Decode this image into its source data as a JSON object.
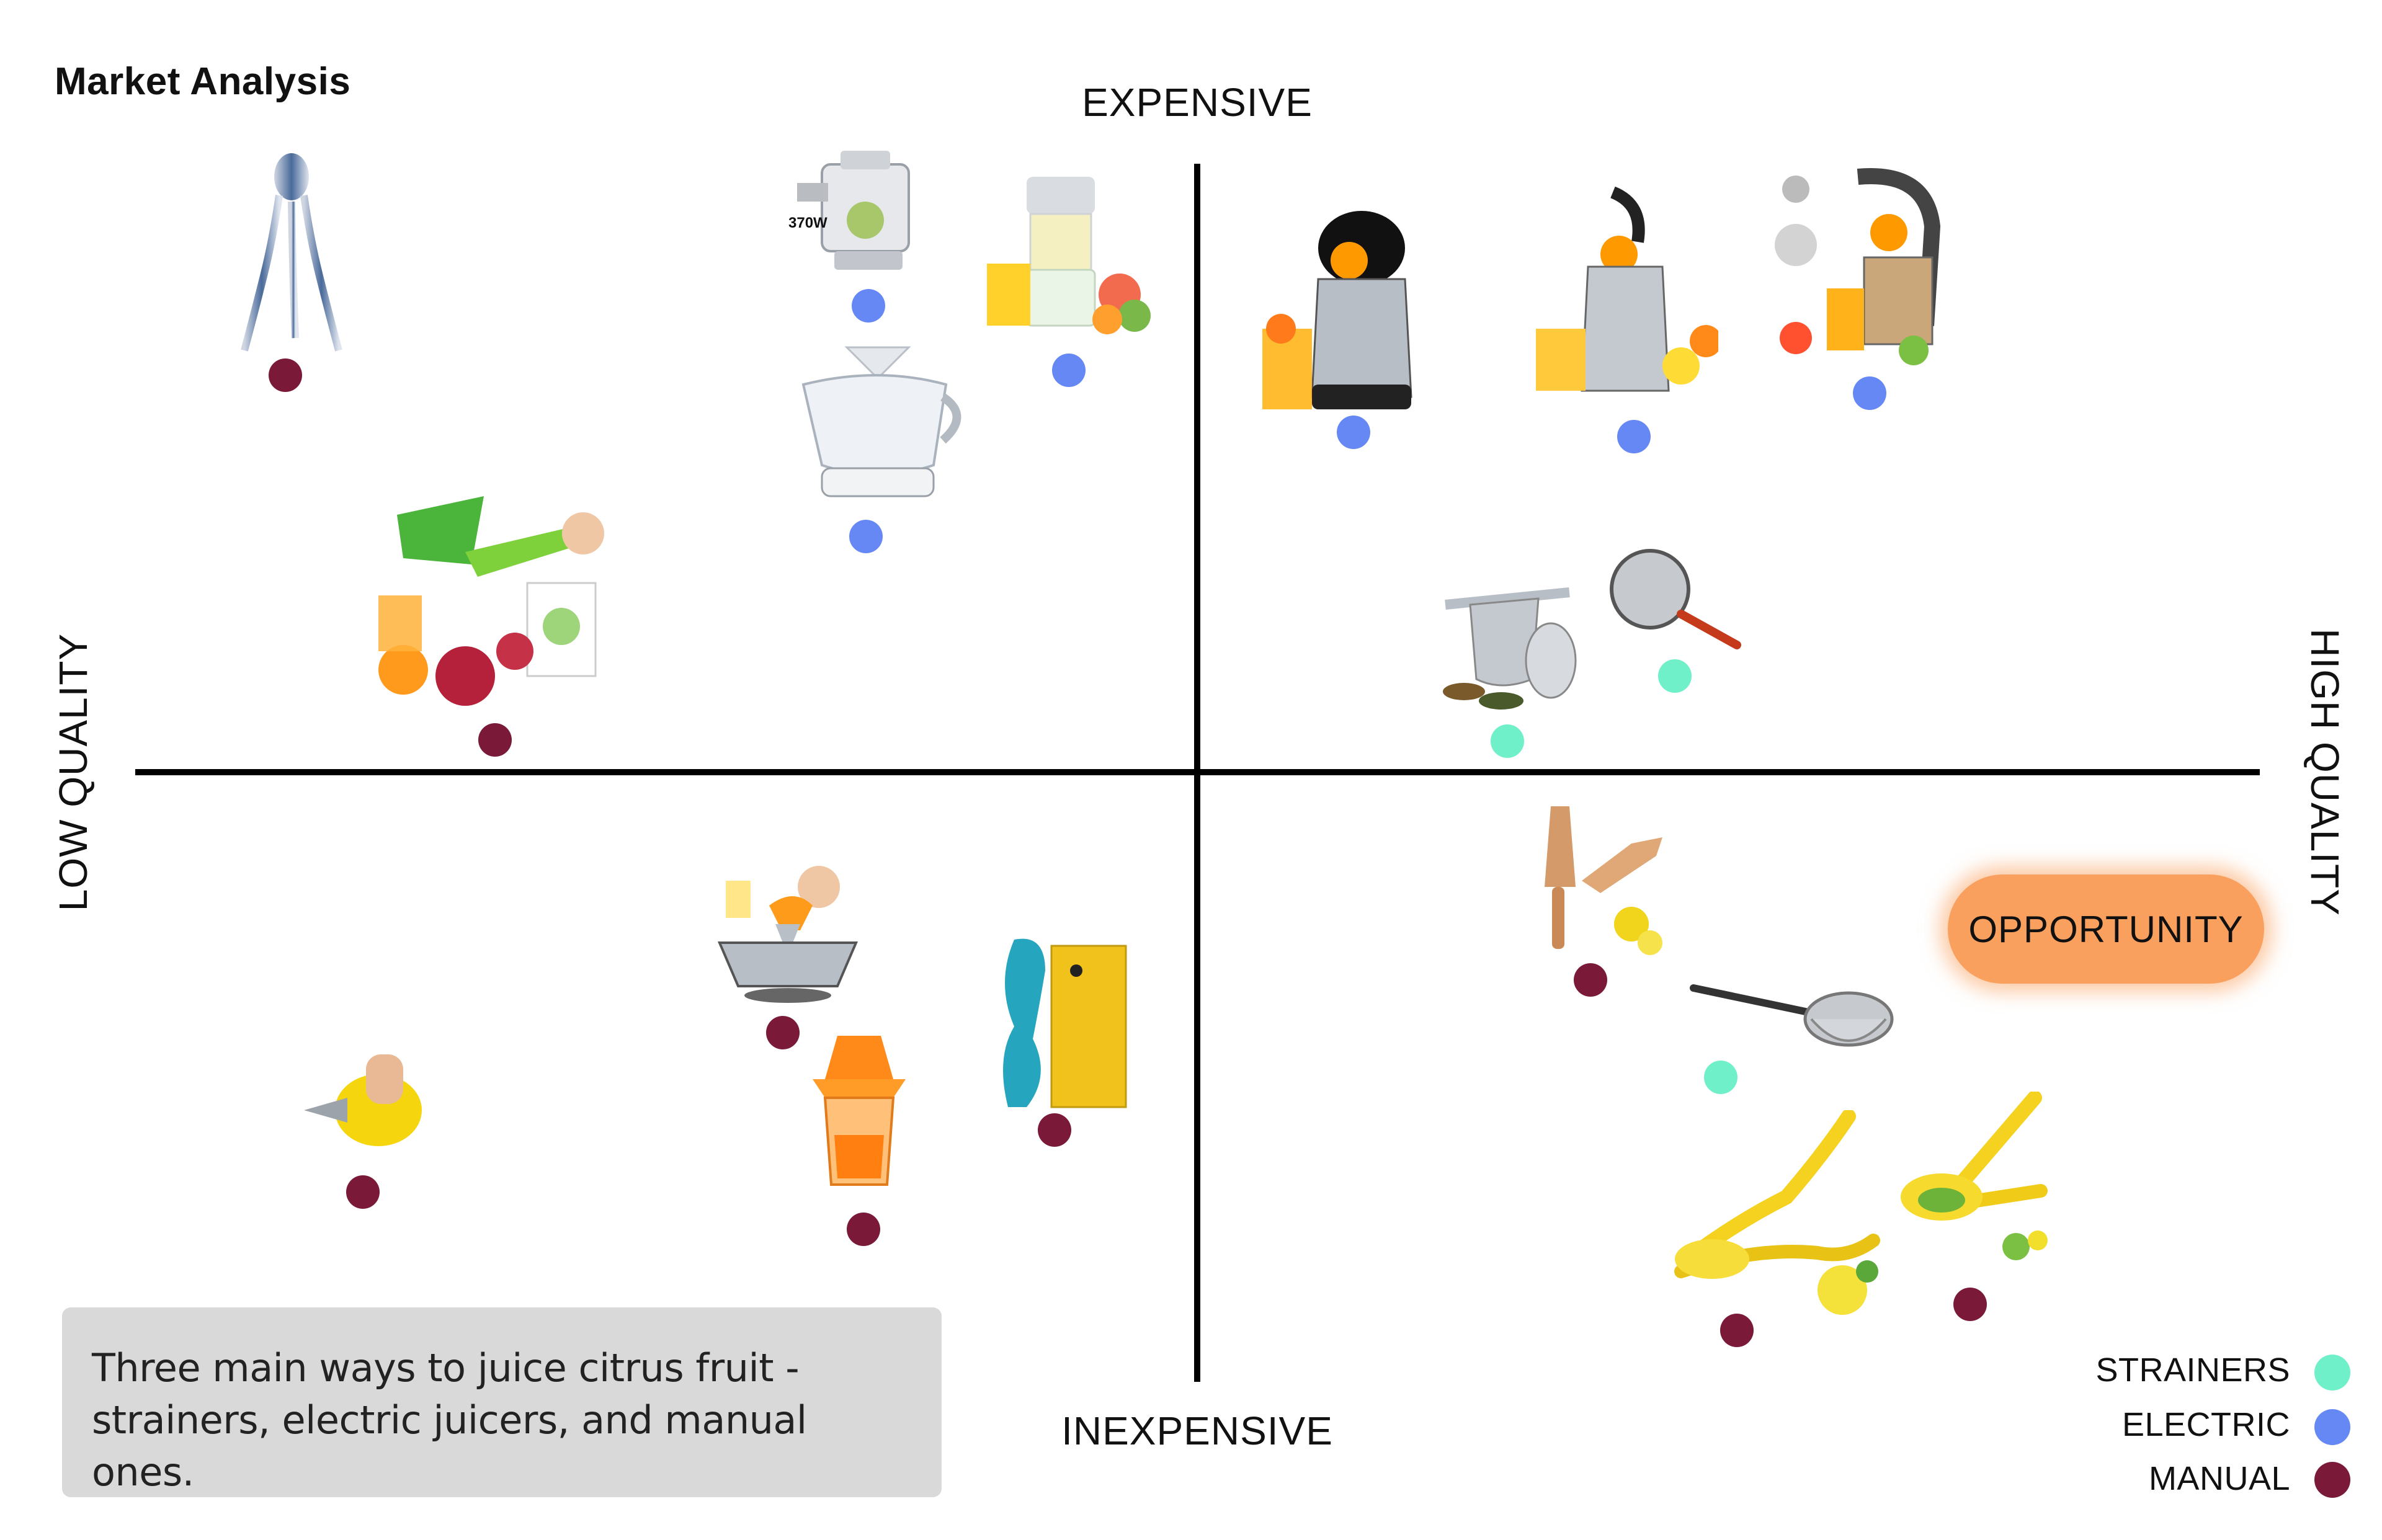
{
  "title": "Market Analysis",
  "axes": {
    "top": "EXPENSIVE",
    "bottom": "INEXPENSIVE",
    "left": "LOW QUALITY",
    "right": "HIGH QUALITY"
  },
  "note": "Three main ways to juice citrus fruit - strainers, electric juicers, and manual ones.",
  "opportunity_label": "OPPORTUNITY",
  "product_label_370w": "370W",
  "legend": [
    {
      "label": "STRAINERS",
      "category": "strainer",
      "color": "#6ff0c9"
    },
    {
      "label": "ELECTRIC",
      "category": "electric",
      "color": "#6688f4"
    },
    {
      "label": "MANUAL",
      "category": "manual",
      "color": "#7a1a38"
    }
  ],
  "products": [
    {
      "name": "designer-spider-squeezer",
      "category": "manual"
    },
    {
      "name": "steel-centrifugal-juicer",
      "category": "electric"
    },
    {
      "name": "portable-citrus-juicer",
      "category": "electric"
    },
    {
      "name": "clear-electric-citrus-press",
      "category": "electric"
    },
    {
      "name": "lever-hand-juicer-green",
      "category": "manual"
    },
    {
      "name": "black-lid-electric-juicer",
      "category": "electric"
    },
    {
      "name": "steel-electric-press",
      "category": "electric"
    },
    {
      "name": "arm-lever-electric-press",
      "category": "electric"
    },
    {
      "name": "tea-infuser-strainer",
      "category": "strainer"
    },
    {
      "name": "mesh-splatter-strainer",
      "category": "strainer"
    },
    {
      "name": "steel-reamer-bowl",
      "category": "manual"
    },
    {
      "name": "handheld-lemon-tap",
      "category": "manual"
    },
    {
      "name": "orange-plastic-reamer-jug",
      "category": "manual"
    },
    {
      "name": "octo-citrus-reamer",
      "category": "manual"
    },
    {
      "name": "wooden-reamer",
      "category": "manual"
    },
    {
      "name": "fine-mesh-strainer",
      "category": "strainer"
    },
    {
      "name": "yellow-lemon-squeezer",
      "category": "manual"
    },
    {
      "name": "double-bowl-lemon-squeezer",
      "category": "manual"
    }
  ]
}
